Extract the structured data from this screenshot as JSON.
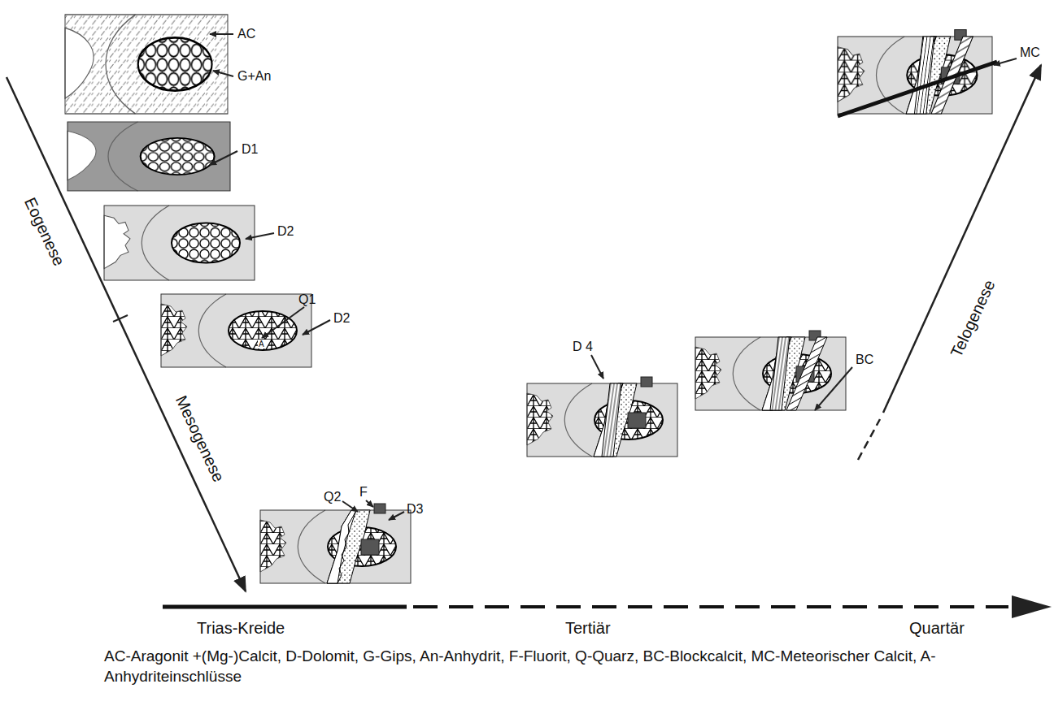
{
  "diagram": {
    "caption": "AC-Aragonit +(Mg-)Calcit, D-Dolomit, G-Gips, An-Anhydrit, F-Fluorit, Q-Quarz, BC-Blockcalcit, MC-Meteorischer Calcit, A-Anhydriteinschlüsse",
    "labels": [
      "AC",
      "G+An",
      "D1",
      "D2",
      "Q1",
      "A",
      "D2",
      "Q2",
      "F",
      "D3",
      "D 4",
      "BC",
      "MC",
      "Eogenese",
      "Mesogenese",
      "Telogenese",
      "Trias-Kreide",
      "Tertiär",
      "Quartär"
    ]
  }
}
